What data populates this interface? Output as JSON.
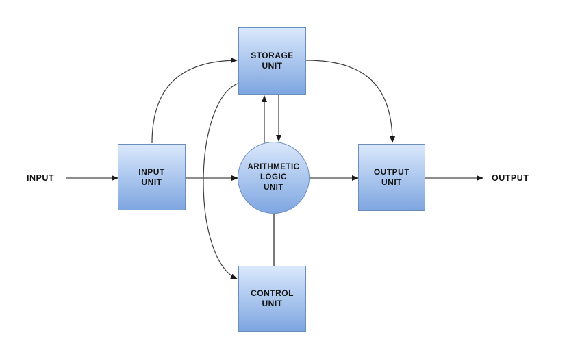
{
  "diagram": {
    "type": "block-diagram",
    "subject": "computer-organization-units",
    "nodes": {
      "storage": {
        "label": "STORAGE\nUNIT",
        "shape": "rect"
      },
      "input": {
        "label": "INPUT\nUNIT",
        "shape": "rect"
      },
      "alu": {
        "label": "ARITHMETIC\nLOGIC\nUNIT",
        "shape": "circle"
      },
      "output": {
        "label": "OUTPUT\nUNIT",
        "shape": "rect"
      },
      "control": {
        "label": "CONTROL\nUNIT",
        "shape": "rect"
      }
    },
    "external_labels": {
      "input": "INPUT",
      "output": "OUTPUT"
    },
    "edges": [
      {
        "from": "input-label",
        "to": "input-unit",
        "style": "straight",
        "arrow": "end"
      },
      {
        "from": "input-unit",
        "to": "storage-unit",
        "style": "curved",
        "arrow": "end"
      },
      {
        "from": "input-unit",
        "to": "alu",
        "style": "straight",
        "arrow": "end"
      },
      {
        "from": "alu",
        "to": "storage-unit",
        "style": "straight-vertical",
        "arrow": "end"
      },
      {
        "from": "storage-unit",
        "to": "alu",
        "style": "straight-vertical",
        "arrow": "end"
      },
      {
        "from": "storage-unit",
        "to": "control-unit",
        "style": "curved",
        "arrow": "end"
      },
      {
        "from": "storage-unit",
        "to": "output-unit",
        "style": "curved",
        "arrow": "end"
      },
      {
        "from": "alu",
        "to": "control-unit",
        "style": "straight-vertical",
        "arrow": "none"
      },
      {
        "from": "alu",
        "to": "output-unit",
        "style": "straight",
        "arrow": "end"
      },
      {
        "from": "output-unit",
        "to": "output-label",
        "style": "straight",
        "arrow": "end"
      }
    ],
    "colors": {
      "node_fill_top": "#dae8fc",
      "node_fill_bottom": "#7ea6e0",
      "node_border": "#6c8ebf",
      "edge_line": "#474747",
      "arrowhead": "#1a1a1a",
      "text": "#121212",
      "background": "#ffffff"
    }
  }
}
